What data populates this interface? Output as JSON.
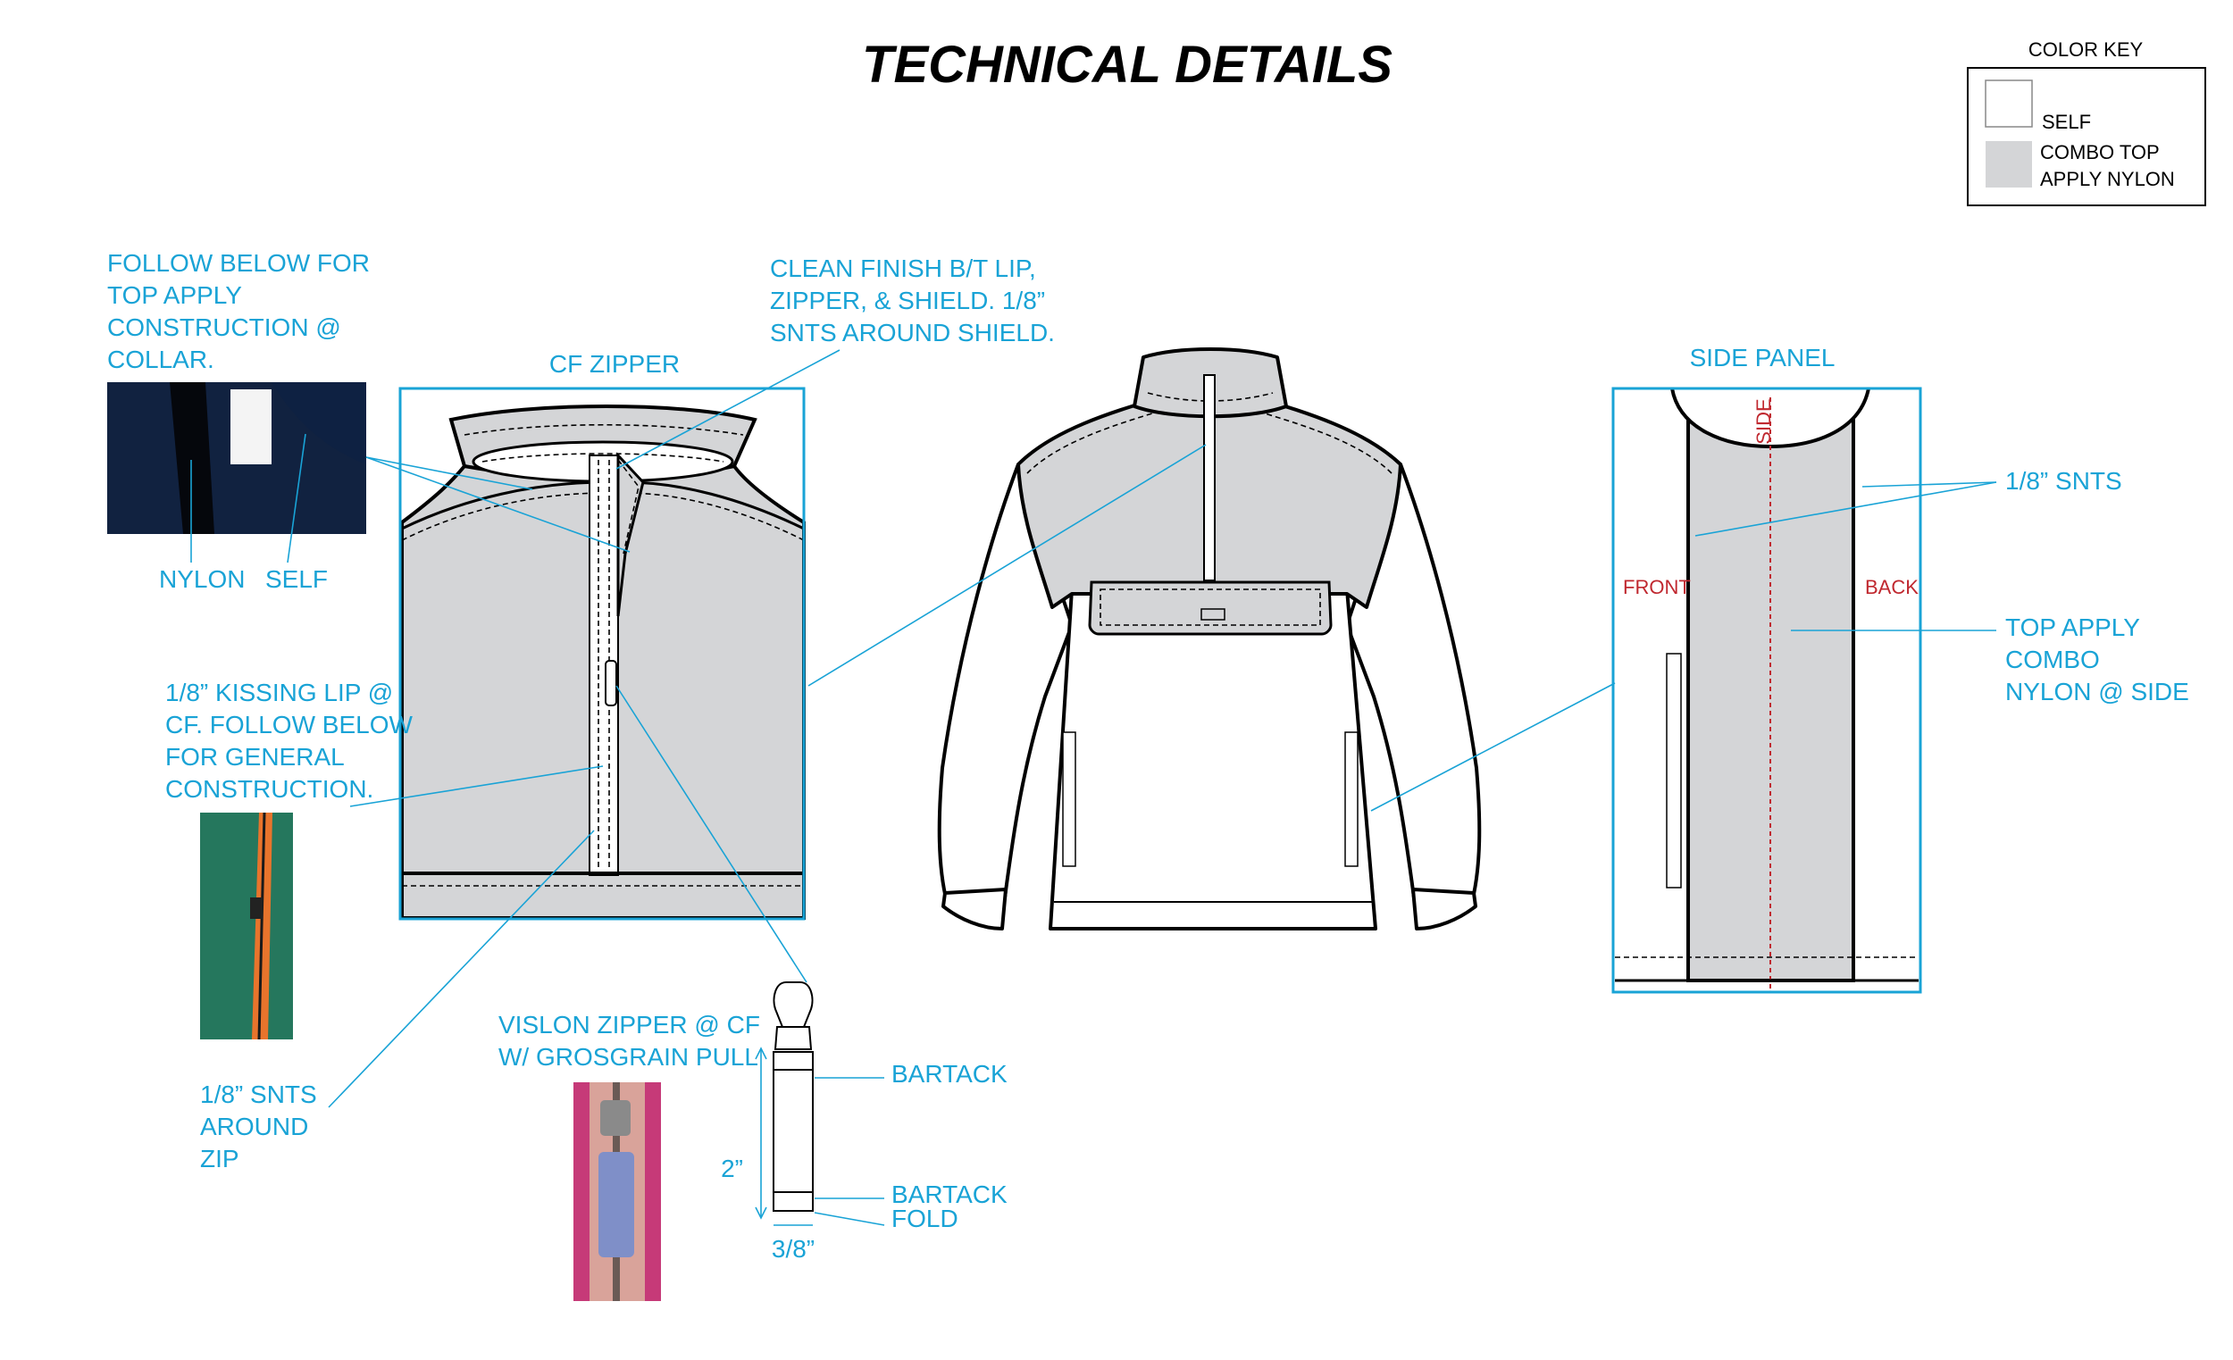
{
  "title": "TECHNICAL DETAILS",
  "color_key": {
    "heading": "COLOR KEY",
    "self_label": "SELF",
    "combo_line1": "COMBO TOP",
    "combo_line2": "APPLY NYLON",
    "self_color": "#ffffff",
    "combo_color": "#d4d5d7"
  },
  "callouts": {
    "collar_note": [
      "FOLLOW BELOW FOR",
      "TOP APPLY",
      "CONSTRUCTION @",
      "COLLAR."
    ],
    "nylon": "NYLON",
    "self": "SELF",
    "cf_zipper_title": "CF ZIPPER",
    "clean_finish": [
      "CLEAN FINISH B/T LIP,",
      "ZIPPER, & SHIELD. 1/8”",
      "SNTS AROUND SHIELD."
    ],
    "kissing_lip": [
      "1/8” KISSING LIP @",
      "CF. FOLLOW BELOW",
      "FOR GENERAL",
      "CONSTRUCTION."
    ],
    "snts_zip": [
      "1/8” SNTS",
      "AROUND",
      "ZIP"
    ],
    "vislon": [
      "VISLON ZIPPER @ CF",
      "W/ GROSGRAIN PULL"
    ],
    "bartack_top": "BARTACK",
    "bartack_bottom": "BARTACK",
    "fold": "FOLD",
    "length": "2”",
    "width": "3/8”",
    "side_panel_title": "SIDE PANEL",
    "side_snts": "1/8” SNTS",
    "top_apply": [
      "TOP APPLY",
      "COMBO",
      "NYLON @ SIDE"
    ],
    "front": "FRONT",
    "back": "BACK",
    "side": "SIDE"
  },
  "colors": {
    "accent_blue": "#19a3d6",
    "annotation_red": "#c0282f",
    "nylon_gray": "#d4d5d7"
  }
}
